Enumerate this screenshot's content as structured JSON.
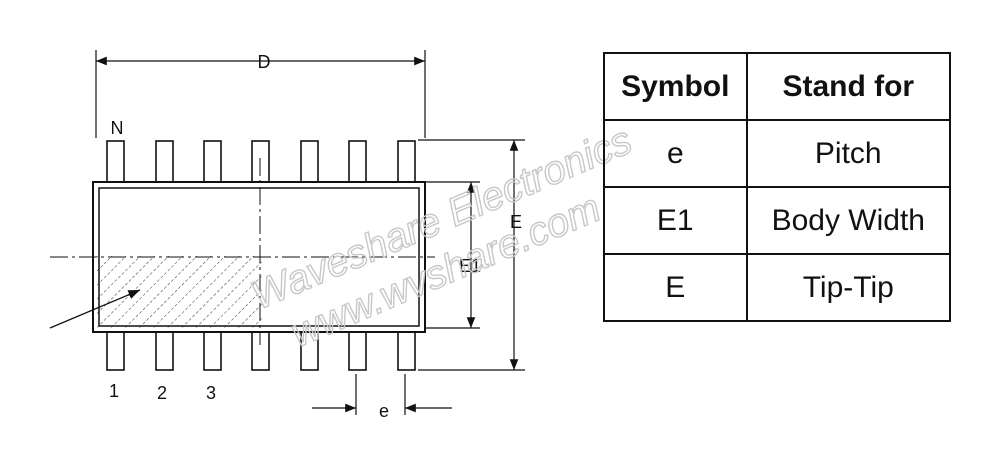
{
  "diagram": {
    "dim_labels": {
      "length": "D",
      "pin_n": "N",
      "tip_to_tip": "E",
      "body_width": "E1",
      "pitch": "e",
      "pin_1": "1",
      "pin_2": "2",
      "pin_3": "3"
    },
    "watermark": {
      "line1": "Waveshare Electronics",
      "line2": "www.wvshare.com"
    },
    "colors": {
      "ink": "#111111",
      "watermark": "#c8c8c8"
    }
  },
  "table": {
    "headers": [
      "Symbol",
      "Stand for"
    ],
    "rows": [
      {
        "symbol": "e",
        "meaning": "Pitch"
      },
      {
        "symbol": "E1",
        "meaning": "Body Width"
      },
      {
        "symbol": "E",
        "meaning": "Tip-Tip"
      }
    ]
  }
}
